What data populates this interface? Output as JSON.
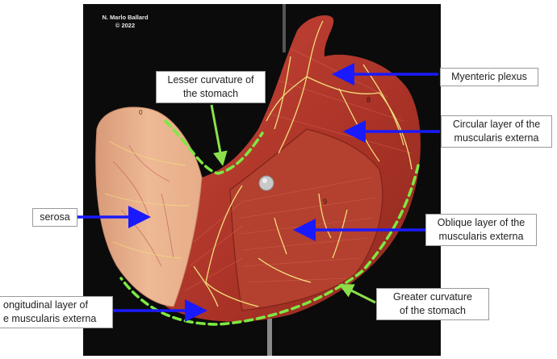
{
  "credit": {
    "author": "N. Marlo Ballard",
    "year": "© 2022"
  },
  "labels": {
    "myenteric": [
      "Myenteric plexus"
    ],
    "circular": [
      "Circular layer of the",
      "muscularis externa"
    ],
    "lesser": [
      "Lesser curvature of",
      "the stomach"
    ],
    "serosa": [
      "serosa"
    ],
    "oblique": [
      "Oblique layer of the",
      "muscularis externa"
    ],
    "greater": [
      "Greater curvature",
      "of the stomach"
    ],
    "longitudinal": [
      "ongitudinal layer of",
      "e muscularis externa"
    ]
  },
  "colors": {
    "arrow_blue": "#1a1aff",
    "arrow_green": "#8be04a",
    "outline_green": "#7de842",
    "muscle_red": "#b8362b",
    "serosa_skin": "#e9b48f",
    "nerve_yellow": "#f2df7a"
  }
}
